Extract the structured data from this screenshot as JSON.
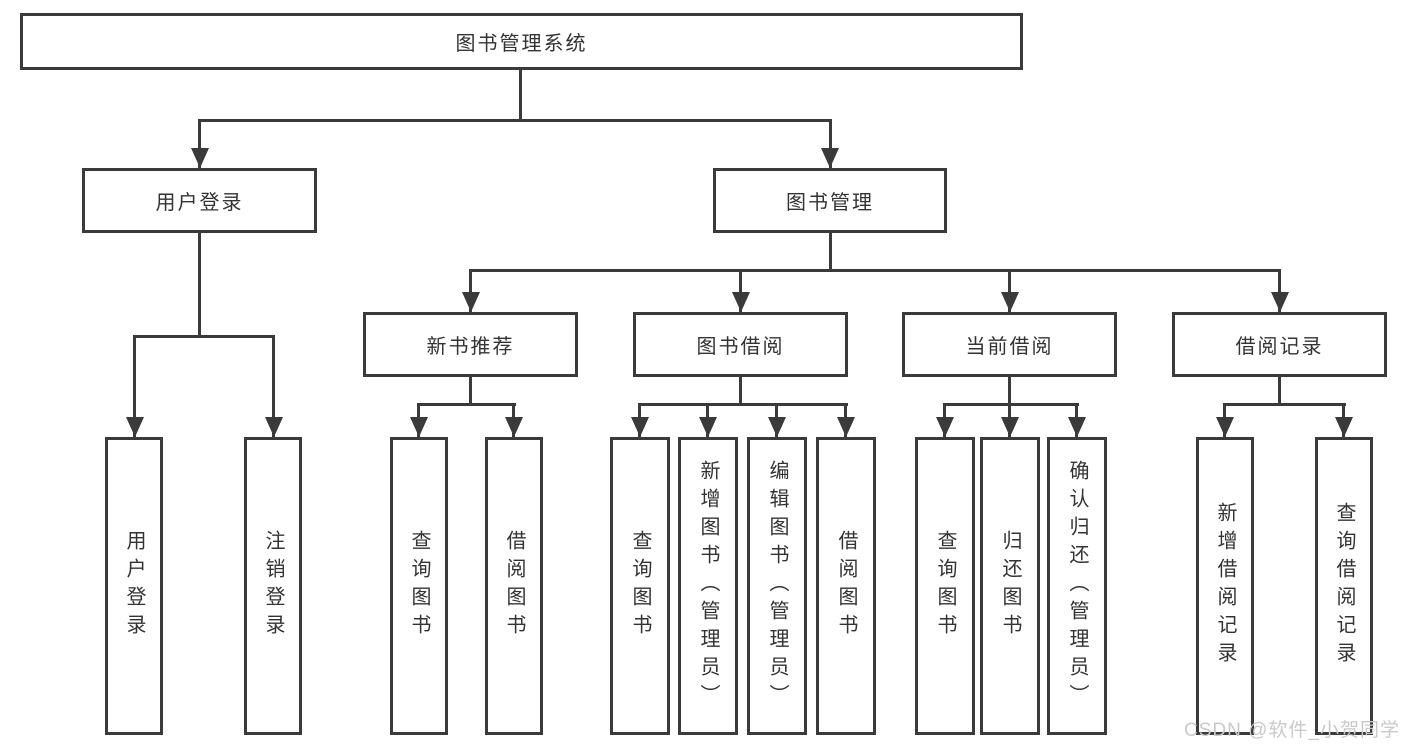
{
  "title": "图书管理系统",
  "watermark": "CSDN @软件_小贺同学",
  "colors": {
    "line": "#3a3a3a",
    "text": "#333333",
    "background": "#ffffff",
    "watermark": "#c9c9c9"
  },
  "tree": {
    "root": "图书管理系统",
    "branches": [
      {
        "label": "用户登录",
        "children": [
          "用户登录",
          "注销登录"
        ]
      },
      {
        "label": "图书管理",
        "groups": [
          {
            "label": "新书推荐",
            "children": [
              "查询图书",
              "借阅图书"
            ]
          },
          {
            "label": "图书借阅",
            "children": [
              "查询图书",
              "新增图书（管理员）",
              "编辑图书（管理员）",
              "借阅图书"
            ]
          },
          {
            "label": "当前借阅",
            "children": [
              "查询图书",
              "归还图书",
              "确认归还（管理员）"
            ]
          },
          {
            "label": "借阅记录",
            "children": [
              "新增借阅记录",
              "查询借阅记录"
            ]
          }
        ]
      }
    ]
  }
}
